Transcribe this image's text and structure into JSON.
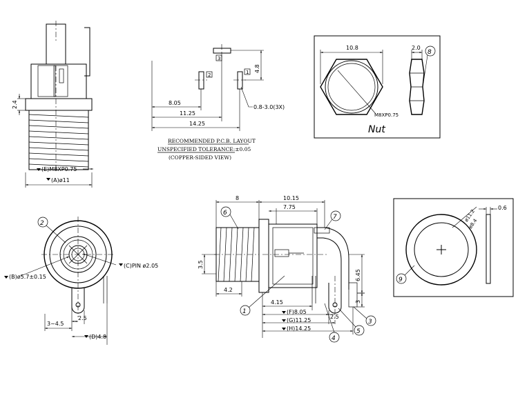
{
  "top_left": {
    "dim_height": "2.4",
    "thread": "(E)M8XP0.75",
    "diameter": "(A)ø11"
  },
  "pcb": {
    "dim_8_05": "8.05",
    "dim_11_25": "11.25",
    "dim_14_25": "14.25",
    "dim_4_8": "4.8",
    "hole_note": "0.8-3.0(3X)",
    "pin_labels": [
      "3",
      "2",
      "1"
    ],
    "caption_1": "RECOMMENDED P.C.B. LAYOUT",
    "caption_2": "UNSPECIFIED TOLERANCE:±0.05",
    "caption_3": "(COPPER-SIDED VIEW)"
  },
  "nut": {
    "width": "10.8",
    "thickness": "2.0",
    "thread": "M8XP0.75",
    "label": "Nut",
    "callout": "8"
  },
  "front": {
    "callout": "2",
    "dim_b": "(B)ø5.7±0.15",
    "dim_c": "(C)PIN ø2.05",
    "dim_range": "3~4.5",
    "dim_2_5": "2.5",
    "dim_d": "(D)4.8"
  },
  "side": {
    "dim_8": "8",
    "dim_10_15": "10.15",
    "dim_7_75": "7.75",
    "dim_3_5": "3.5",
    "dim_4_2": "4.2",
    "dim_6_45": "6.45",
    "dim_4_15": "4.15",
    "dim_f": "(F)8.05",
    "dim_g": "(G)11.25",
    "dim_h": "(H)14.25",
    "dim_2_5": "2.5",
    "dim_3": "3",
    "callouts": [
      "6",
      "7",
      "1",
      "3",
      "4",
      "5"
    ]
  },
  "washer": {
    "dim_outer": "ø11.2",
    "dim_inner": "ø8.4",
    "thickness": "0.6",
    "callout": "9"
  }
}
